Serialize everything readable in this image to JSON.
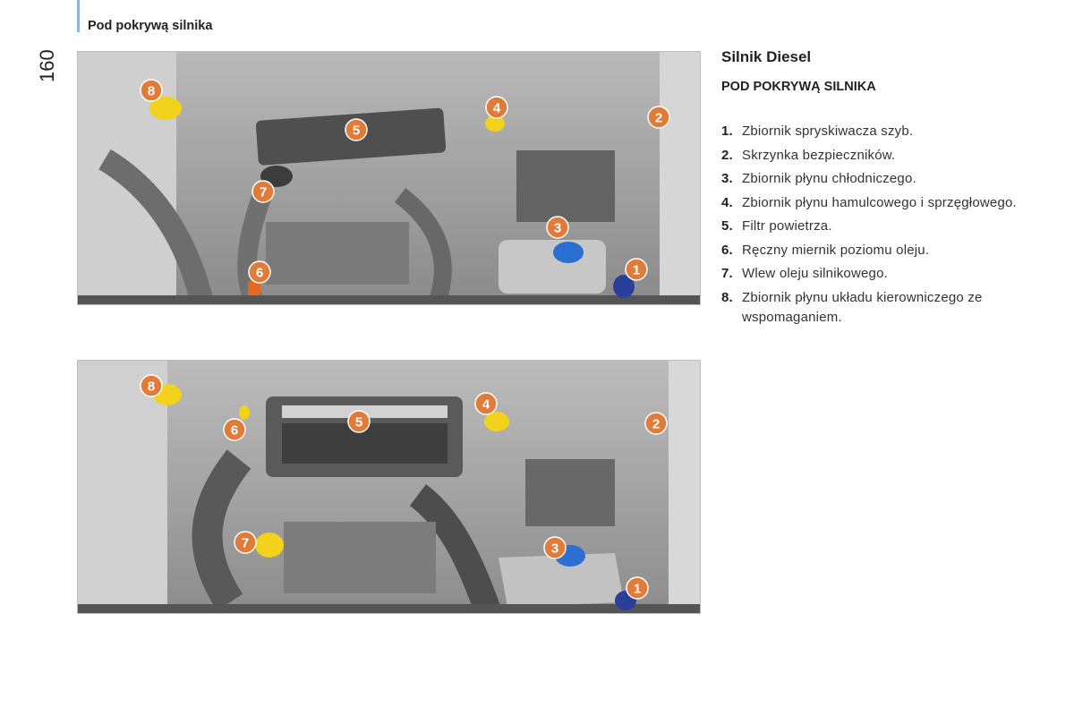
{
  "header": {
    "title": "Pod pokrywą silnika",
    "page_number": "160"
  },
  "section": {
    "title": "Silnik Diesel",
    "subtitle": "POD POKRYWĄ SILNIKA",
    "items": [
      {
        "num": "1.",
        "text": "Zbiornik spryskiwacza szyb."
      },
      {
        "num": "2.",
        "text": "Skrzynka bezpieczników."
      },
      {
        "num": "3.",
        "text": "Zbiornik płynu chłodniczego."
      },
      {
        "num": "4.",
        "text": "Zbiornik płynu hamulcowego i sprzęgłowego."
      },
      {
        "num": "5.",
        "text": "Filtr powietrza."
      },
      {
        "num": "6.",
        "text": "Ręczny miernik poziomu oleju."
      },
      {
        "num": "7.",
        "text": "Wlew oleju silnikowego."
      },
      {
        "num": "8.",
        "text": "Zbiornik płynu układu kierowniczego ze wspomaganiem."
      }
    ]
  },
  "photos": [
    {
      "callouts": [
        "1",
        "2",
        "3",
        "4",
        "5",
        "6",
        "7",
        "8"
      ]
    },
    {
      "callouts": [
        "1",
        "2",
        "3",
        "4",
        "5",
        "6",
        "7",
        "8"
      ]
    }
  ],
  "colors": {
    "callout": "#e07b39",
    "cap_yellow": "#f2d21a",
    "cap_blue": "#2a6fd1",
    "header_rule": "#8fb6d9"
  }
}
